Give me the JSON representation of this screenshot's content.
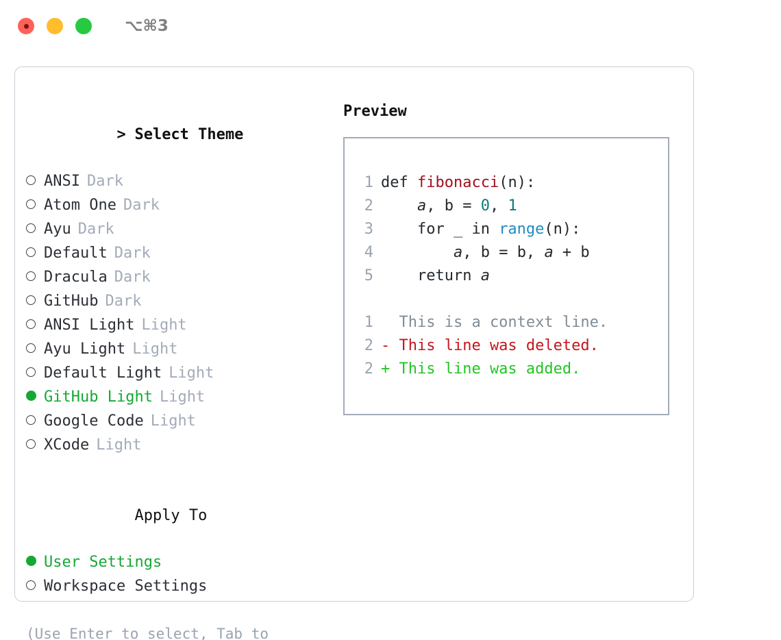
{
  "titlebar": {
    "shortcut": "⌥⌘3",
    "lights": [
      {
        "name": "close",
        "color": "#ff6159"
      },
      {
        "name": "minimize",
        "color": "#ffbd2e"
      },
      {
        "name": "maximize",
        "color": "#26c940"
      }
    ]
  },
  "theme_panel": {
    "header": "Select Theme",
    "caret": ">",
    "focused": true,
    "selected_index": 9,
    "options": [
      {
        "name": "ANSI",
        "tag": "Dark",
        "selected": false
      },
      {
        "name": "Atom One",
        "tag": "Dark",
        "selected": false
      },
      {
        "name": "Ayu",
        "tag": "Dark",
        "selected": false
      },
      {
        "name": "Default",
        "tag": "Dark",
        "selected": false
      },
      {
        "name": "Dracula",
        "tag": "Dark",
        "selected": false
      },
      {
        "name": "GitHub",
        "tag": "Dark",
        "selected": false
      },
      {
        "name": "ANSI Light",
        "tag": "Light",
        "selected": false
      },
      {
        "name": "Ayu Light",
        "tag": "Light",
        "selected": false
      },
      {
        "name": "Default Light",
        "tag": "Light",
        "selected": false
      },
      {
        "name": "GitHub Light",
        "tag": "Light",
        "selected": true
      },
      {
        "name": "Google Code",
        "tag": "Light",
        "selected": false
      },
      {
        "name": "XCode",
        "tag": "Light",
        "selected": false
      }
    ]
  },
  "apply_panel": {
    "header": "Apply To",
    "focused": false,
    "selected_index": 0,
    "options": [
      {
        "name": "User Settings",
        "tag": "",
        "selected": true
      },
      {
        "name": "Workspace Settings",
        "tag": "",
        "selected": false
      }
    ]
  },
  "hint": "(Use Enter to select, Tab to change focus)",
  "preview": {
    "title": "Preview",
    "code_lines": [
      {
        "num": "1",
        "tokens": [
          {
            "t": "def ",
            "c": "kw"
          },
          {
            "t": "fibonacci",
            "c": "fn"
          },
          {
            "t": "(n):",
            "c": "plain"
          }
        ]
      },
      {
        "num": "2",
        "tokens": [
          {
            "t": "    ",
            "c": "plain"
          },
          {
            "t": "a",
            "c": "var"
          },
          {
            "t": ", b = ",
            "c": "plain"
          },
          {
            "t": "0",
            "c": "num"
          },
          {
            "t": ", ",
            "c": "plain"
          },
          {
            "t": "1",
            "c": "num"
          }
        ]
      },
      {
        "num": "3",
        "tokens": [
          {
            "t": "    for _ in ",
            "c": "kw"
          },
          {
            "t": "range",
            "c": "builtin"
          },
          {
            "t": "(n):",
            "c": "plain"
          }
        ]
      },
      {
        "num": "4",
        "tokens": [
          {
            "t": "        ",
            "c": "plain"
          },
          {
            "t": "a",
            "c": "var"
          },
          {
            "t": ", b = b, ",
            "c": "plain"
          },
          {
            "t": "a",
            "c": "var"
          },
          {
            "t": " + b",
            "c": "plain"
          }
        ]
      },
      {
        "num": "5",
        "tokens": [
          {
            "t": "    return ",
            "c": "kw"
          },
          {
            "t": "a",
            "c": "var"
          }
        ]
      }
    ],
    "diff_lines": [
      {
        "num": "1",
        "marker": "  ",
        "text": "This is a context line.",
        "kind": "ctx"
      },
      {
        "num": "2",
        "marker": "- ",
        "text": "This line was deleted.",
        "kind": "del"
      },
      {
        "num": "2",
        "marker": "+ ",
        "text": "This line was added.",
        "kind": "add"
      }
    ]
  },
  "colors": {
    "selected_green": "#16a834",
    "diff_add_green": "#22c522",
    "diff_del_red": "#c4161c",
    "muted_gray": "#a3abb8",
    "hint_gray": "#9aa3b0",
    "keyword": "#24292e",
    "function_red": "#a0111f",
    "number_teal": "#0a7a7a",
    "builtin_blue": "#1e8bc3",
    "panel_border": "#c9ced6",
    "preview_border": "#a2abb9"
  }
}
